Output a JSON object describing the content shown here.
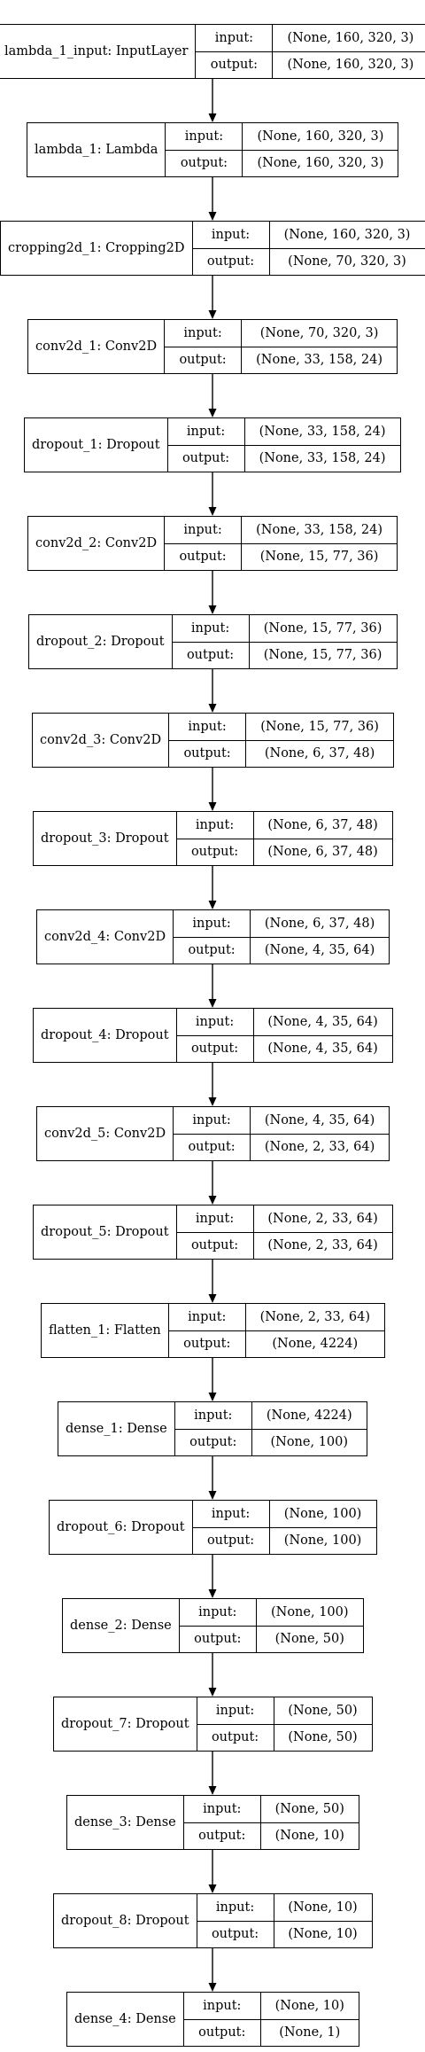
{
  "diagram": {
    "labels": {
      "input": "input:",
      "output": "output:"
    },
    "layers": [
      {
        "name": "lambda_1_input: InputLayer",
        "input": "(None, 160, 320, 3)",
        "output": "(None, 160, 320, 3)"
      },
      {
        "name": "lambda_1: Lambda",
        "input": "(None, 160, 320, 3)",
        "output": "(None, 160, 320, 3)"
      },
      {
        "name": "cropping2d_1: Cropping2D",
        "input": "(None, 160, 320, 3)",
        "output": "(None, 70, 320, 3)"
      },
      {
        "name": "conv2d_1: Conv2D",
        "input": "(None, 70, 320, 3)",
        "output": "(None, 33, 158, 24)"
      },
      {
        "name": "dropout_1: Dropout",
        "input": "(None, 33, 158, 24)",
        "output": "(None, 33, 158, 24)"
      },
      {
        "name": "conv2d_2: Conv2D",
        "input": "(None, 33, 158, 24)",
        "output": "(None, 15, 77, 36)"
      },
      {
        "name": "dropout_2: Dropout",
        "input": "(None, 15, 77, 36)",
        "output": "(None, 15, 77, 36)"
      },
      {
        "name": "conv2d_3: Conv2D",
        "input": "(None, 15, 77, 36)",
        "output": "(None, 6, 37, 48)"
      },
      {
        "name": "dropout_3: Dropout",
        "input": "(None, 6, 37, 48)",
        "output": "(None, 6, 37, 48)"
      },
      {
        "name": "conv2d_4: Conv2D",
        "input": "(None, 6, 37, 48)",
        "output": "(None, 4, 35, 64)"
      },
      {
        "name": "dropout_4: Dropout",
        "input": "(None, 4, 35, 64)",
        "output": "(None, 4, 35, 64)"
      },
      {
        "name": "conv2d_5: Conv2D",
        "input": "(None, 4, 35, 64)",
        "output": "(None, 2, 33, 64)"
      },
      {
        "name": "dropout_5: Dropout",
        "input": "(None, 2, 33, 64)",
        "output": "(None, 2, 33, 64)"
      },
      {
        "name": "flatten_1: Flatten",
        "input": "(None, 2, 33, 64)",
        "output": "(None, 4224)"
      },
      {
        "name": "dense_1: Dense",
        "input": "(None, 4224)",
        "output": "(None, 100)"
      },
      {
        "name": "dropout_6: Dropout",
        "input": "(None, 100)",
        "output": "(None, 100)"
      },
      {
        "name": "dense_2: Dense",
        "input": "(None, 100)",
        "output": "(None, 50)"
      },
      {
        "name": "dropout_7: Dropout",
        "input": "(None, 50)",
        "output": "(None, 50)"
      },
      {
        "name": "dense_3: Dense",
        "input": "(None, 50)",
        "output": "(None, 10)"
      },
      {
        "name": "dropout_8: Dropout",
        "input": "(None, 10)",
        "output": "(None, 10)"
      },
      {
        "name": "dense_4: Dense",
        "input": "(None, 10)",
        "output": "(None, 1)"
      }
    ]
  }
}
